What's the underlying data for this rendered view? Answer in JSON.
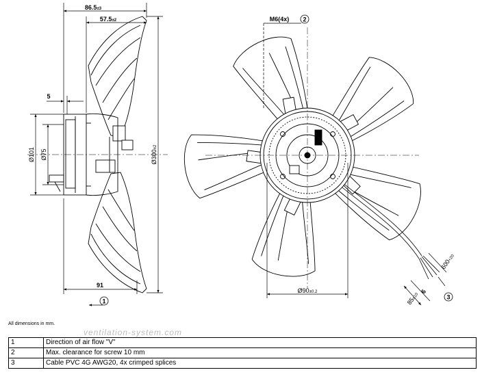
{
  "dimensions": {
    "d_86_5": "86.5",
    "d_86_5_tol": "±3",
    "d_57_5": "57.5",
    "d_57_5_tol": "±2",
    "d_5": "5",
    "d_101": "Ø101",
    "d_75": "Ø75",
    "d_300": "Ø300",
    "d_300_tol": "±2",
    "d_91": "91",
    "screw": "M6(4x)",
    "d_90": "Ø90",
    "d_90_tol": "±0.2",
    "cable_600": "600",
    "cable_600_tol": "+20",
    "cable_6": "6",
    "cable_85": "85",
    "cable_85_tol": "±10"
  },
  "markers": {
    "airflow": "1",
    "screw": "2",
    "cable": "3"
  },
  "note": "All dimensions in mm.",
  "watermark": "ventilation-system.com",
  "legend": [
    {
      "num": "1",
      "text": "Direction of air flow \"V\""
    },
    {
      "num": "2",
      "text": "Max. clearance for screw 10 mm"
    },
    {
      "num": "3",
      "text": "Cable PVC 4G AWG20, 4x crimped splices"
    }
  ]
}
